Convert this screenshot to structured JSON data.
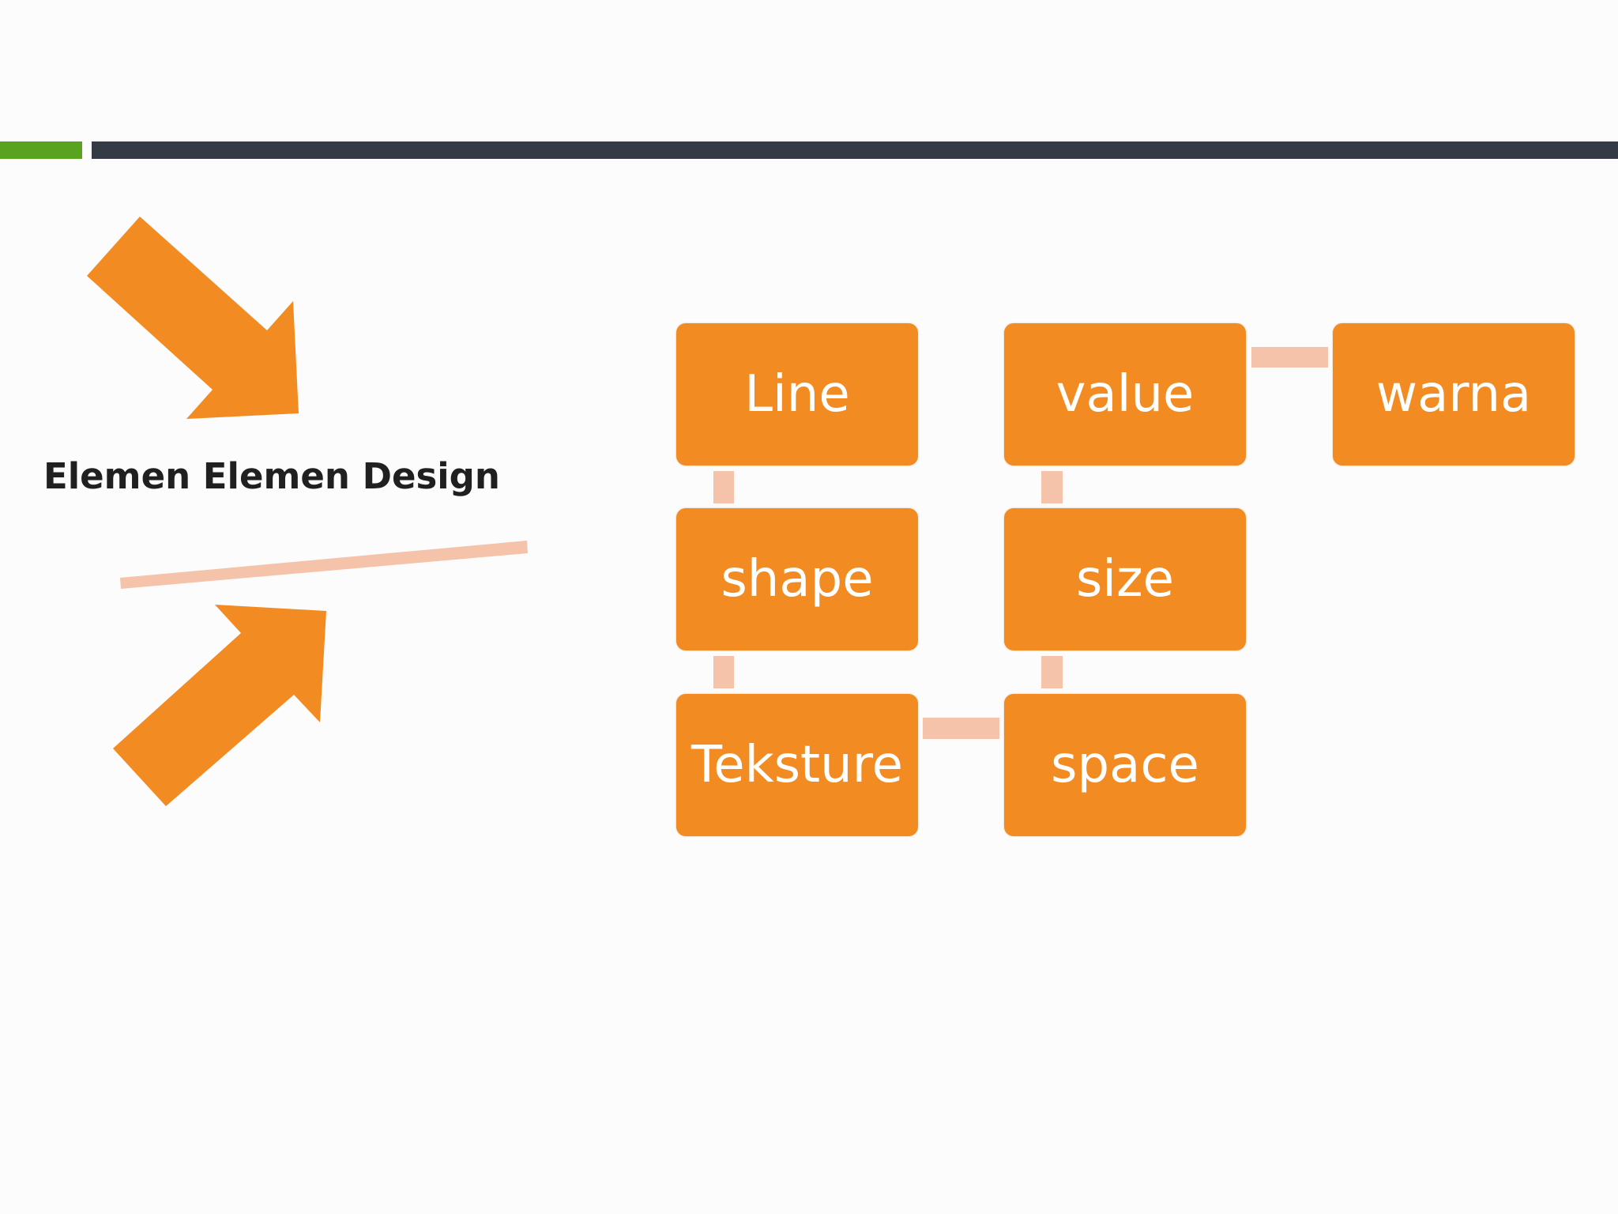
{
  "slide": {
    "title": "Elemen Elemen Design",
    "colors": {
      "accent_orange": "#f28c22",
      "connector_peach": "#f5c2aa",
      "header_green": "#5aa321",
      "header_dark": "#353b44"
    }
  },
  "diagram": {
    "nodes": [
      {
        "id": "line",
        "label": "Line"
      },
      {
        "id": "shape",
        "label": "shape"
      },
      {
        "id": "teksture",
        "label": "Teksture"
      },
      {
        "id": "value",
        "label": "value"
      },
      {
        "id": "size",
        "label": "size"
      },
      {
        "id": "space",
        "label": "space"
      },
      {
        "id": "warna",
        "label": "warna"
      }
    ],
    "edges": [
      {
        "from": "line",
        "to": "shape"
      },
      {
        "from": "shape",
        "to": "teksture"
      },
      {
        "from": "teksture",
        "to": "space"
      },
      {
        "from": "space",
        "to": "size"
      },
      {
        "from": "size",
        "to": "value"
      },
      {
        "from": "value",
        "to": "warna"
      }
    ]
  }
}
